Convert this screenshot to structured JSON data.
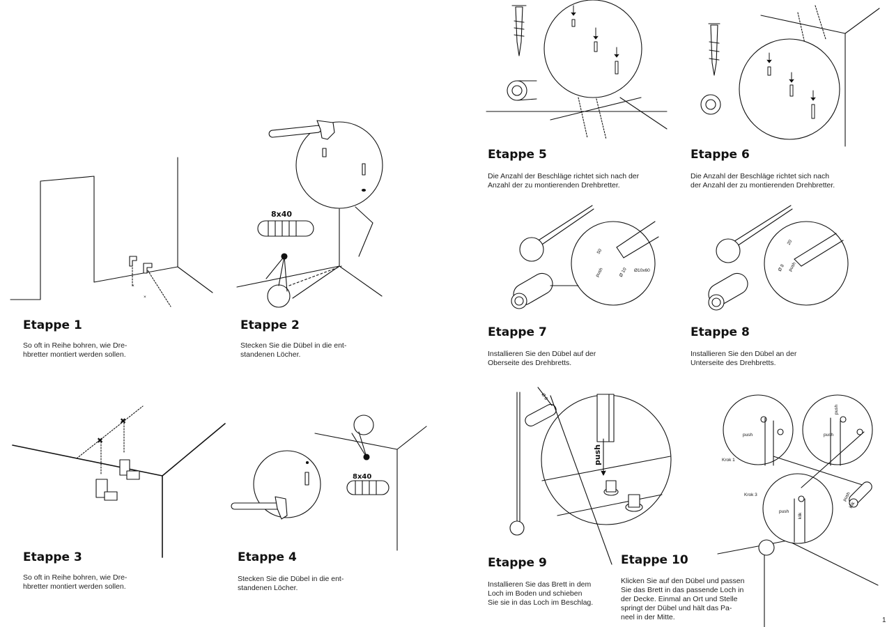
{
  "steps": [
    {
      "title": "Etappe 1",
      "text_lines": [
        "So oft in Reihe bohren, wie Dre-",
        "hbretter montiert werden sollen."
      ]
    },
    {
      "title": "Etappe 2",
      "text_lines": [
        "Stecken Sie die Dübel in die ent-",
        "standenen Löcher."
      ]
    },
    {
      "title": "Etappe 3",
      "text_lines": [
        "So oft in Reihe bohren, wie Dre-",
        "hbretter montiert werden sollen."
      ]
    },
    {
      "title": "Etappe 4",
      "text_lines": [
        "Stecken Sie die Dübel in die ent-",
        "standenen Löcher."
      ]
    },
    {
      "title": "Etappe 5",
      "text_lines": [
        "Die Anzahl der Beschläge richtet sich nach der",
        "Anzahl der zu montierenden Drehbretter."
      ]
    },
    {
      "title": "Etappe 6",
      "text_lines": [
        "Die Anzahl der Beschläge richtet sich nach",
        "der Anzahl der zu montierenden Drehbretter."
      ]
    },
    {
      "title": "Etappe 7",
      "text_lines": [
        "Installieren Sie den Dübel auf der",
        "Oberseite des Drehbretts."
      ]
    },
    {
      "title": "Etappe 8",
      "text_lines": [
        "Installieren Sie den Dübel an der",
        "Unterseite des Drehbretts."
      ]
    },
    {
      "title": "Etappe 9",
      "text_lines": [
        "Installieren Sie das Brett in dem",
        "Loch im Boden und schieben",
        "Sie sie in das Loch im Beschlag."
      ]
    },
    {
      "title": "Etappe 10",
      "text_lines": [
        "Klicken Sie auf den Dübel und passen",
        "Sie das Brett in das passende Loch in",
        "der Decke. Einmal an Ort und Stelle",
        "springt der Dübel und hält das Pa-",
        "neel in der Mitte."
      ]
    }
  ],
  "labels": {
    "dowel_size": "8x40",
    "dim_50": "50",
    "dim_20": "20",
    "hole_size": "Ø10x60",
    "diam_10": "Ø 10",
    "diam_8": "Ø 8",
    "push": "push",
    "klik": "klik",
    "krok_1": "Krok 1",
    "krok_3": "Krok 3"
  },
  "page_number": "1"
}
